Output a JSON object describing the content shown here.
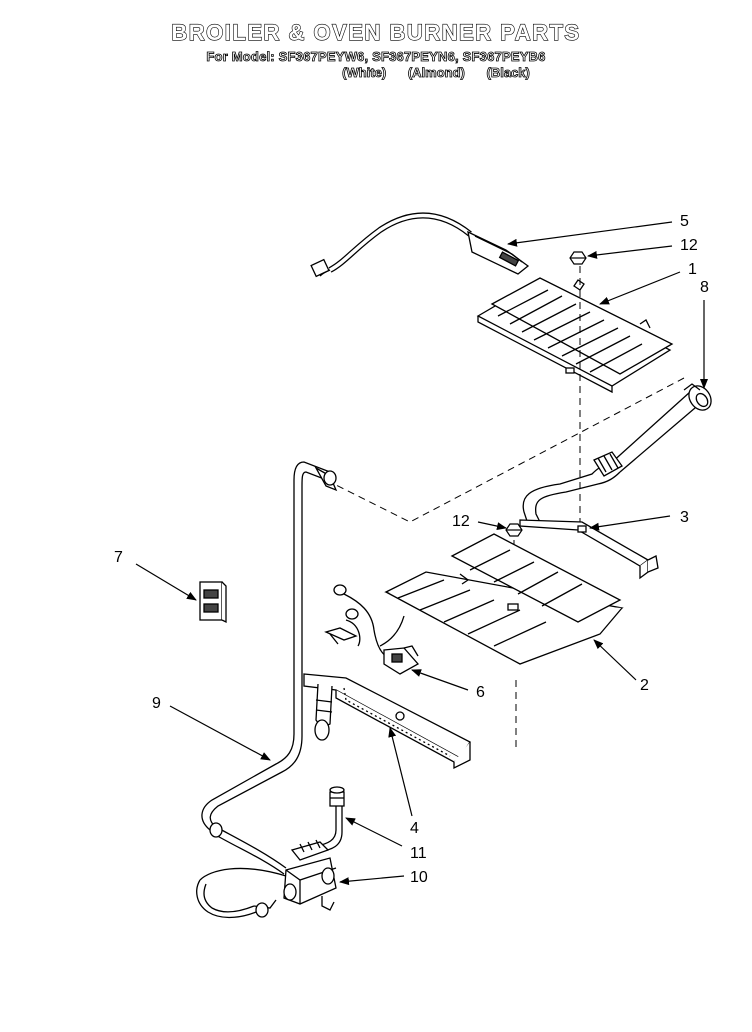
{
  "header": {
    "title": "BROILER & OVEN BURNER PARTS",
    "model_line": "For Model: SF367PEYW6, SF367PEYN6, SF367PEYB6",
    "finishes": [
      "(White)",
      "(Almond)",
      "(Black)"
    ]
  },
  "callouts": [
    {
      "id": "5",
      "label": "5"
    },
    {
      "id": "12a",
      "label": "12"
    },
    {
      "id": "1",
      "label": "1"
    },
    {
      "id": "8",
      "label": "8"
    },
    {
      "id": "3",
      "label": "3"
    },
    {
      "id": "12b",
      "label": "12"
    },
    {
      "id": "7",
      "label": "7"
    },
    {
      "id": "2",
      "label": "2"
    },
    {
      "id": "6",
      "label": "6"
    },
    {
      "id": "9",
      "label": "9"
    },
    {
      "id": "4",
      "label": "4"
    },
    {
      "id": "11",
      "label": "11"
    },
    {
      "id": "10",
      "label": "10"
    }
  ]
}
